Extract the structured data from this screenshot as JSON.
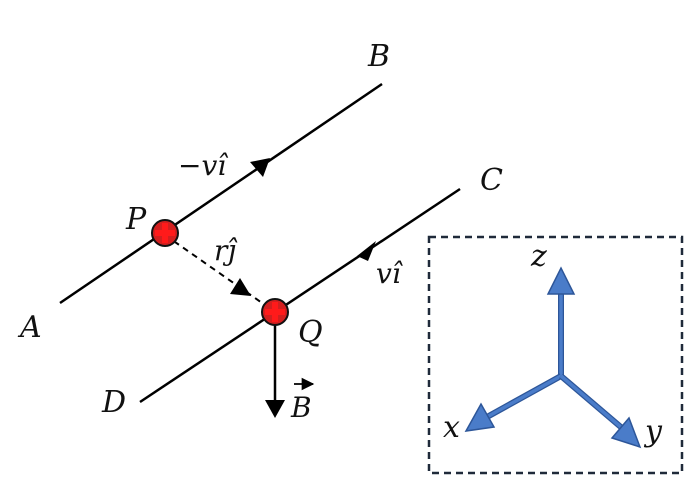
{
  "labels": {
    "A": "A",
    "B": "B",
    "C": "C",
    "D": "D",
    "P": "P",
    "Q": "Q",
    "vel_top": "−vî",
    "vel_bottom": "vî",
    "sep": "rĵ",
    "field": "B",
    "field_arrow": "⃗",
    "axis_z": "z",
    "axis_x": "x",
    "axis_y": "y"
  },
  "colors": {
    "line": "#000000",
    "charge_fill": "#d21f1f",
    "charge_plus": "#ff1a1a",
    "axis_fill": "#4a7cc9",
    "axis_stroke": "#2d5699",
    "box_border": "#1f2a3a"
  },
  "icons": {
    "charge": "plus-charge-icon",
    "direction": "triangle-arrow-icon"
  }
}
